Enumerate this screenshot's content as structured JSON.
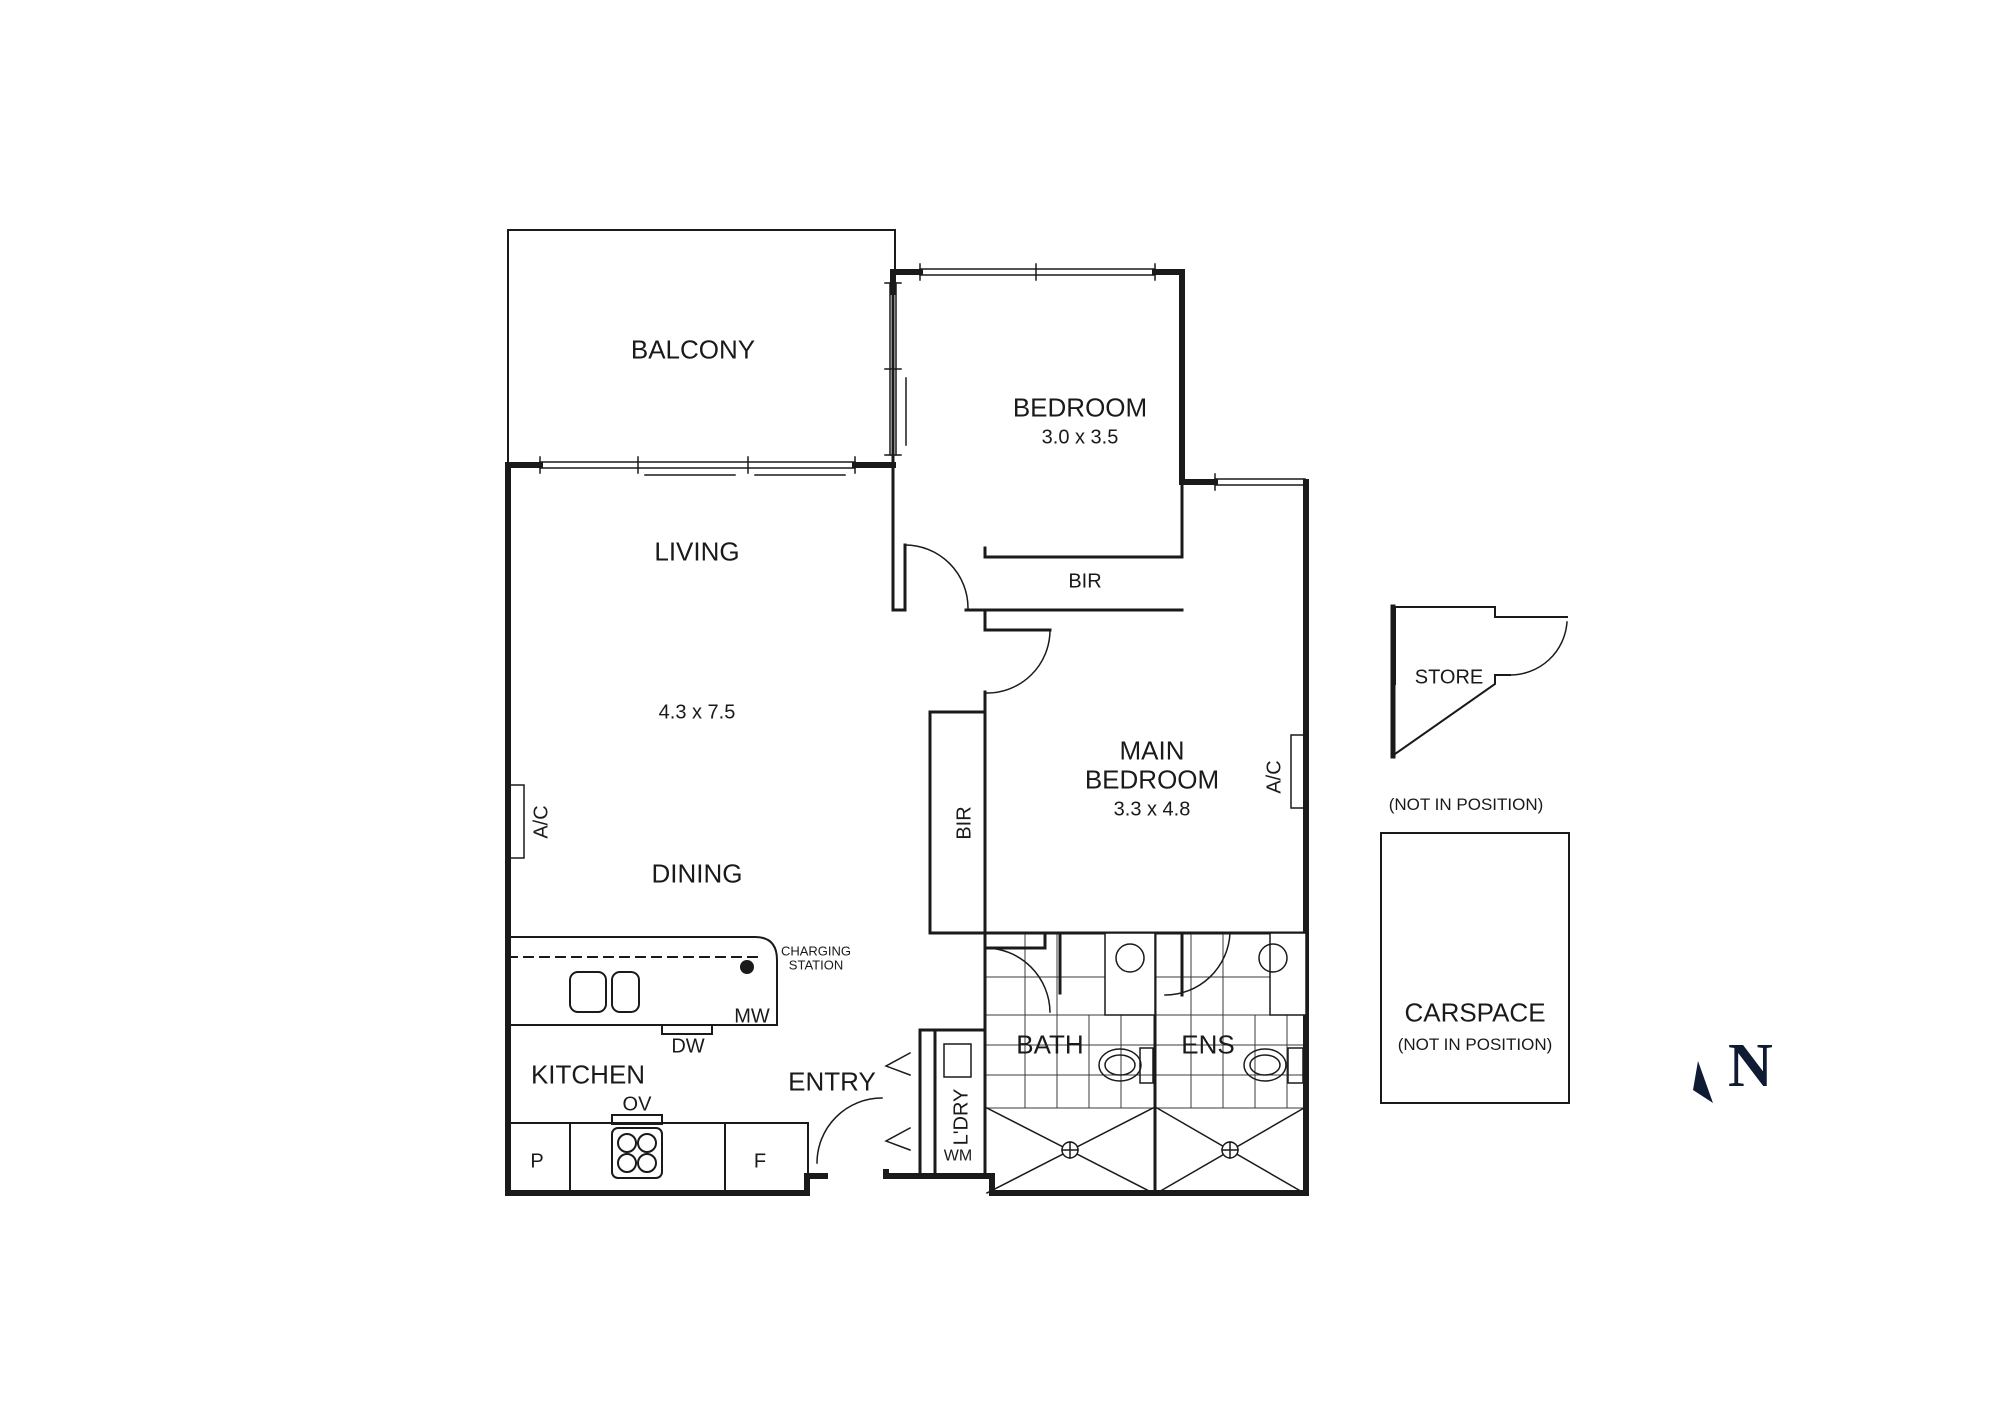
{
  "plan": {
    "rooms": {
      "balcony": {
        "name": "BALCONY"
      },
      "bedroom": {
        "name": "BEDROOM",
        "dimensions": "3.0 x 3.5"
      },
      "bedroom_bir": {
        "name": "BIR"
      },
      "living": {
        "name": "LIVING",
        "dimensions": "4.3 x 7.5"
      },
      "dining": {
        "name": "DINING"
      },
      "main_bedroom": {
        "name_line1": "MAIN",
        "name_line2": "BEDROOM",
        "dimensions": "3.3 x 4.8"
      },
      "main_bir": {
        "name": "BIR"
      },
      "kitchen": {
        "name": "KITCHEN"
      },
      "entry": {
        "name": "ENTRY"
      },
      "bath": {
        "name": "BATH"
      },
      "ensuite": {
        "name": "ENS"
      },
      "laundry": {
        "name": "L'DRY"
      }
    },
    "fixtures": {
      "ac_living": "A/C",
      "ac_main_bedroom": "A/C",
      "charging_station_line1": "CHARGING",
      "charging_station_line2": "STATION",
      "microwave": "MW",
      "dishwasher": "DW",
      "oven": "OV",
      "pantry": "P",
      "fridge": "F",
      "washing_machine": "WM"
    },
    "extras": {
      "store": {
        "name": "STORE",
        "note": "(NOT IN POSITION)"
      },
      "carspace": {
        "name": "CARSPACE",
        "note": "(NOT IN POSITION)"
      }
    },
    "north": {
      "label": "N",
      "color": "#0f1a33"
    }
  }
}
